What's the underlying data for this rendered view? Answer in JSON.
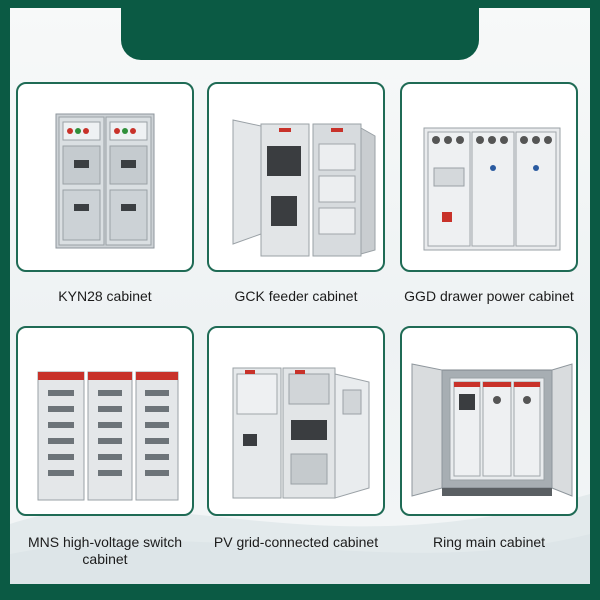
{
  "products": [
    {
      "name": "KYN28 cabinet"
    },
    {
      "name": "GCK feeder cabinet"
    },
    {
      "name": "GGD drawer power cabinet"
    },
    {
      "name": "MNS high-voltage switch cabinet"
    },
    {
      "name": "PV grid-connected cabinet"
    },
    {
      "name": "Ring main cabinet"
    }
  ],
  "colors": {
    "frame": "#0b5a44",
    "card_border": "#1f6b55",
    "cabinet_red": "#c8322a",
    "cabinet_grey": "#d9dcde"
  }
}
